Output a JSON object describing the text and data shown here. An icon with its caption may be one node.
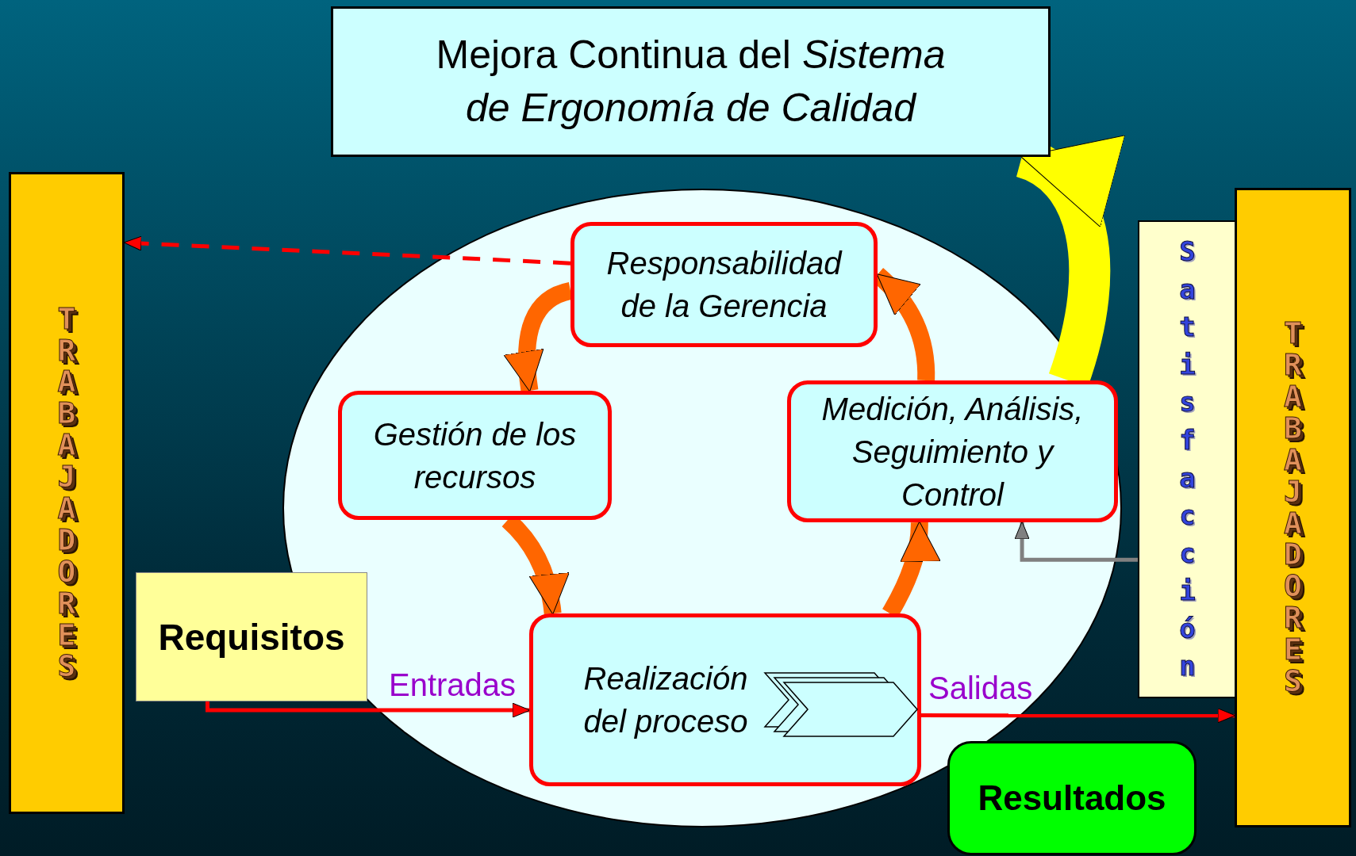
{
  "diagram": {
    "nodes": [
      {
        "text": [
          "Mejora Continua del *Sistema de Ergonomía de Calidad*"
        ]
      },
      {
        "text": [
          "TRABAJADORES"
        ]
      },
      {
        "text": [
          "Responsabilidad de la Gerencia"
        ]
      },
      {
        "text": [
          "Gestión de los recursos"
        ]
      },
      {
        "text": [
          "Medición, Análisis, Seguimiento y Control"
        ]
      },
      {
        "text": [
          "Requisitos"
        ]
      },
      {
        "text": [
          "Realización del proceso"
        ]
      },
      {
        "text": [
          "Satisfacción"
        ]
      },
      {
        "text": [
          "TRABAJADORES"
        ]
      },
      {
        "text": [
          "Resultados"
        ]
      }
    ],
    "edges": [
      {
        "from": 2,
        "to": 1,
        "arrow": "to",
        "style": "dashed",
        "color": "#ff0000"
      },
      {
        "from": 2,
        "to": 3,
        "arrow": "to"
      },
      {
        "from": 3,
        "to": 6,
        "arrow": "to"
      },
      {
        "from": 6,
        "to": 4,
        "arrow": "to"
      },
      {
        "from": 4,
        "to": 2,
        "arrow": "to"
      },
      {
        "from": 4,
        "to": 0,
        "arrow": "to",
        "style": "thick",
        "color": "#ffff00"
      },
      {
        "from": 5,
        "to": 6,
        "arrow": "to",
        "label": "Entradas",
        "color": "#ff0000"
      },
      {
        "from": 6,
        "to": 8,
        "arrow": "to",
        "label": "Salidas",
        "color": "#ff0000"
      },
      {
        "from": 7,
        "to": 4,
        "arrow": "to",
        "color": "#808080"
      }
    ]
  }
}
